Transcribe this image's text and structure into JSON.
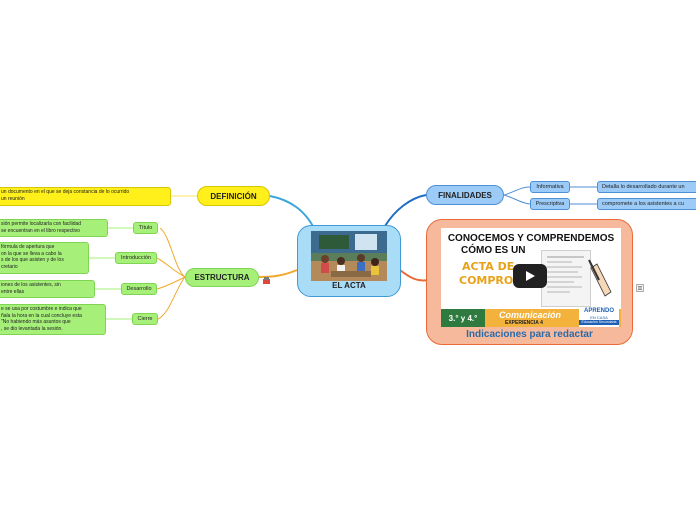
{
  "center": {
    "title": "EL ACTA"
  },
  "definicion": {
    "title": "DEFINICIÓN",
    "text": "un documento en el que se deja constancia de lo ocurrido\nun reunión"
  },
  "estructura": {
    "title": "ESTRUCTURA",
    "items": [
      {
        "label": "Título",
        "text": "sión permite localizarla con facilidad\nse encuentran en el libro respectivo"
      },
      {
        "label": "Introducción",
        "text": "fórmula de apertura que\non la que se lleva a cabo la\ns de los que asisten y de los\ncretario"
      },
      {
        "label": "Desarrollo",
        "text": "iones de los asistentes, sin\nentre ellas"
      },
      {
        "label": "Cierre",
        "text": "e se usa por costumbre e indica que\nñala la hora en la cual concluye esta\n\"No habiendo más asuntos que\n, se dio levantada la sesión."
      }
    ]
  },
  "finalidades": {
    "title": "FINALIDADES",
    "items": [
      {
        "label": "Informativa",
        "text": "Detalla lo desarrollado durante un"
      },
      {
        "label": "Prescriptiva",
        "text": "compromete a los asistentes a cu"
      }
    ]
  },
  "video": {
    "caption": "Indicaciones para redactar",
    "thumb_lines": [
      "CONOCEMOS Y COMPRENDEMOS",
      "CÓMO ES UN"
    ],
    "thumb_highlight": [
      "ACTA DE",
      "COMPROMISO"
    ],
    "grade": "3.° y 4.°",
    "subject": "Comunicación",
    "experience": "EXPERIENCIA 4",
    "brand": "APRENDO",
    "brand_sub": "EN CASA",
    "brand_sub2": "Educación Secundaria"
  },
  "colors": {
    "yellow": "#ffef1a",
    "green": "#a6f07a",
    "blue": "#9ccbf7",
    "center": "#a9dcf7",
    "video_bg": "#f7b99c",
    "video_border": "#ea6a38",
    "edge_definicion": "#3aa7d8",
    "edge_estructura": "#f2a92c",
    "edge_finalidades": "#1f6ec3",
    "edge_video": "#ea6a38"
  },
  "icons": [
    "play-icon",
    "note-icon",
    "attachment-icon"
  ]
}
